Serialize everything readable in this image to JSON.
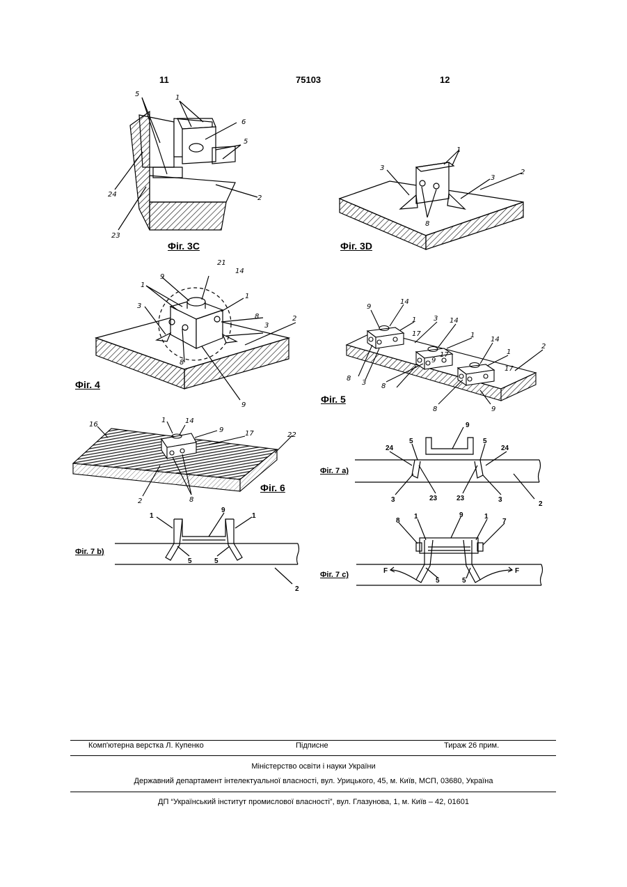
{
  "header": {
    "page_left": "11",
    "patent_number": "75103",
    "page_right": "12"
  },
  "figures": {
    "fig3c": "Фіг. 3С",
    "fig3d": "Фіг. 3D",
    "fig4": "Фіг. 4",
    "fig5": "Фіг. 5",
    "fig6": "Фіг. 6",
    "fig7a": "Фіг. 7 а)",
    "fig7b": "Фіг. 7 b)",
    "fig7c": "Фіг. 7 с)"
  },
  "labels": {
    "fig3c": [
      "5",
      "1",
      "6",
      "5",
      "2",
      "24",
      "23"
    ],
    "fig3d": [
      "1",
      "3",
      "3",
      "2",
      "8"
    ],
    "fig4": [
      "21",
      "9",
      "14",
      "1",
      "1",
      "3",
      "8",
      "3",
      "2",
      "8",
      "9"
    ],
    "fig5": [
      "9",
      "14",
      "1",
      "17",
      "3",
      "14",
      "1",
      "14",
      "2",
      "8",
      "3",
      "8",
      "9",
      "17",
      "1",
      "17",
      "8",
      "9"
    ],
    "fig6": [
      "16",
      "1",
      "14",
      "9",
      "17",
      "22",
      "2",
      "8"
    ],
    "fig7a": [
      "9",
      "5",
      "5",
      "24",
      "24",
      "3",
      "23",
      "23",
      "3",
      "2"
    ],
    "fig7b": [
      "1",
      "9",
      "1",
      "5",
      "5",
      "2"
    ],
    "fig7c": [
      "8",
      "1",
      "9",
      "1",
      "7",
      "F",
      "5",
      "5",
      "F"
    ]
  },
  "footer": {
    "layout": "Комп'ютерна верстка Л. Купенко",
    "signed": "Підписне",
    "circulation": "Тираж 26 прим.",
    "ministry": "Міністерство освіти і науки України",
    "department": "Державний департамент інтелектуальної власності, вул. Урицького, 45, м. Київ, МСП, 03680, Україна",
    "institute": "ДП “Український інститут промислової власності”, вул. Глазунова, 1, м. Київ – 42, 01601"
  }
}
